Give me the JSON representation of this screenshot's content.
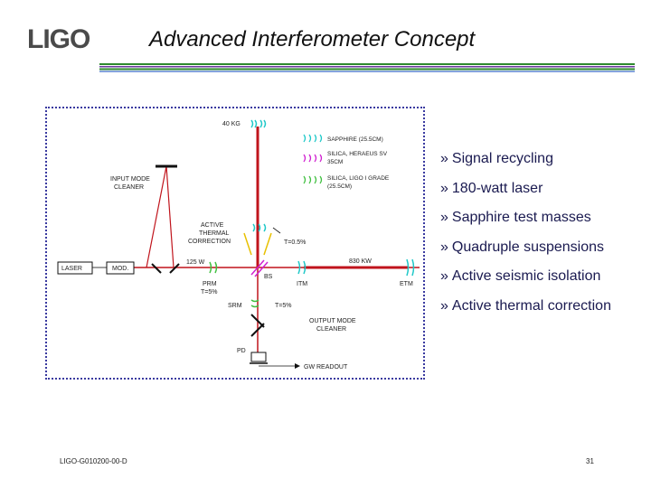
{
  "header": {
    "logo_text": "LIGO",
    "title": "Advanced Interferometer Concept"
  },
  "diagram": {
    "labels": {
      "mass_40kg": "40 KG",
      "legend_sapphire": "SAPPHIRE  (25.5CM)",
      "legend_silica_1": "SILICA, HERAEUS SV",
      "legend_silica_2": "35CM",
      "legend_silica_lig_1": "SILICA, LIGO I GRADE",
      "legend_silica_lig_2": "(25.5CM)",
      "input_mode_1": "INPUT MODE",
      "input_mode_2": "CLEANER",
      "active_1": "ACTIVE",
      "active_2": "THERMAL",
      "active_3": "CORRECTION",
      "t_05": "T=0.5%",
      "laser": "LASER",
      "mod": "MOD.",
      "w125": "125 W",
      "kw830": "830 KW",
      "bs": "BS",
      "itm": "ITM",
      "etm": "ETM",
      "prm_1": "PRM",
      "prm_2": "T=5%",
      "srm": "SRM",
      "t_5": "T=5%",
      "output_mode_1": "OUTPUT MODE",
      "output_mode_2": "CLEANER",
      "pd": "PD",
      "gw_readout": "GW READOUT"
    },
    "colors": {
      "beam": "#c0141c",
      "sapphire": "#1ec8c8",
      "silica_heraeus": "#d020d0",
      "silica_ligo": "#40c040",
      "frame": "#3a3aa0"
    }
  },
  "bullets": [
    "Signal recycling",
    "180-watt laser",
    "Sapphire test masses",
    "Quadruple suspensions",
    "Active seismic isolation",
    "Active thermal correction"
  ],
  "bullet_marker": "»",
  "footer": {
    "doc_id": "LIGO-G010200-00-D",
    "page_number": "31"
  }
}
